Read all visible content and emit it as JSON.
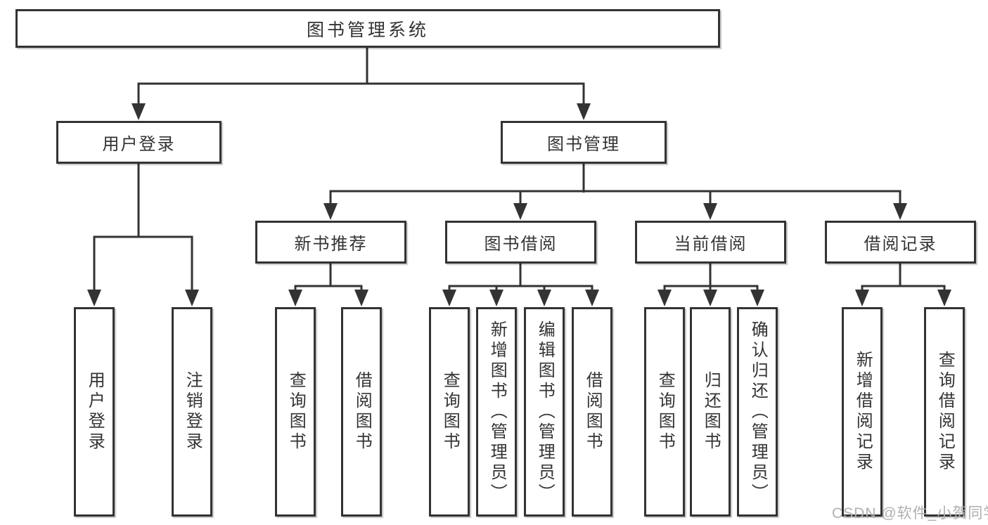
{
  "diagram": {
    "root": {
      "label": "图书管理系统"
    },
    "level2": [
      {
        "label": "用户登录"
      },
      {
        "label": "图书管理"
      }
    ],
    "level3": [
      {
        "label": "新书推荐"
      },
      {
        "label": "图书借阅"
      },
      {
        "label": "当前借阅"
      },
      {
        "label": "借阅记录"
      }
    ],
    "leaves": {
      "user_login": [
        "用户登录",
        "注销登录"
      ],
      "new_book": [
        "查询图书",
        "借阅图书"
      ],
      "book_borrow": [
        "查询图书",
        "新增图书（管理员）",
        "编辑图书（管理员）",
        "借阅图书"
      ],
      "current_borrow": [
        "查询图书",
        "归还图书",
        "确认归还（管理员）"
      ],
      "borrow_record": [
        "新增借阅记录",
        "查询借阅记录"
      ]
    }
  },
  "watermark": {
    "text": "CSDN @软件_小贺同学"
  },
  "colors": {
    "line": "#333333",
    "text": "#333333",
    "box_background": "#ffffff",
    "background": "#ffffff",
    "watermark": "#b0b0b0"
  }
}
